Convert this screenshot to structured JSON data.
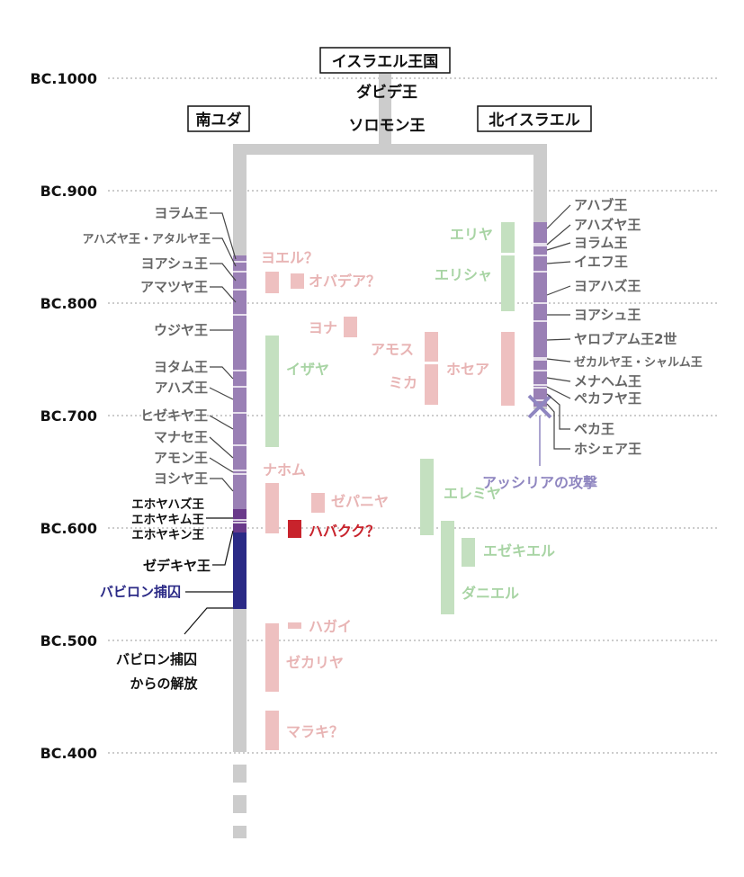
{
  "colors": {
    "trunk": "#cccccc",
    "reign_purple": "#9a80b5",
    "reign_dark_purple": "#6a3a8a",
    "reign_navy": "#2b2a86",
    "prophet_pink": "#eec0c0",
    "prophet_green": "#c4e0c0",
    "prophet_red": "#c8232c",
    "assyria": "#8f86c0"
  },
  "headings": {
    "united": "イスラエル王国",
    "judah": "南ユダ",
    "israel": "北イスラエル",
    "david": "ダビデ王",
    "solomon": "ソロモン王"
  },
  "years": [
    "BC.1000",
    "BC.900",
    "BC.800",
    "BC.700",
    "BC.600",
    "BC.500",
    "BC.400"
  ],
  "judah_kings": [
    "ヨラム王",
    "アハズヤ王・アタルヤ王",
    "ヨアシュ王",
    "アマツヤ王",
    "ウジヤ王",
    "ヨタム王",
    "アハズ王",
    "ヒゼキヤ王",
    "マナセ王",
    "アモン王",
    "ヨシヤ王"
  ],
  "judah_late_kings": [
    "エホヤハズ王",
    "エホヤキム王",
    "エホヤキン王",
    "ゼデキヤ王"
  ],
  "exile": "バビロン捕囚",
  "release": [
    "バビロン捕囚",
    "からの解放"
  ],
  "israel_kings": [
    "アハブ王",
    "アハズヤ王",
    "ヨラム王",
    "イエフ王",
    "ヨアハズ王",
    "ヨアシュ王",
    "ヤロブアム王2世",
    "ゼカルヤ王・シャルム王",
    "メナヘム王",
    "ペカフヤ王",
    "ペカ王",
    "ホシェア王"
  ],
  "assyria_attack": "アッシリアの攻撃",
  "prophets": {
    "joel": "ヨエル？",
    "obadiah": "オバデア？",
    "jonah": "ヨナ",
    "isaiah": "イザヤ",
    "amos": "アモス",
    "micah": "ミカ",
    "hosea": "ホセア",
    "elijah": "エリヤ",
    "elisha": "エリシャ",
    "nahum": "ナホム",
    "zephaniah": "ゼパニヤ",
    "habakkuk": "ハバクク？",
    "jeremiah": "エレミヤ",
    "ezekiel": "エゼキエル",
    "daniel": "ダニエル",
    "haggai": "ハガイ",
    "zechariah": "ゼカリヤ",
    "malachi": "マラキ？"
  }
}
